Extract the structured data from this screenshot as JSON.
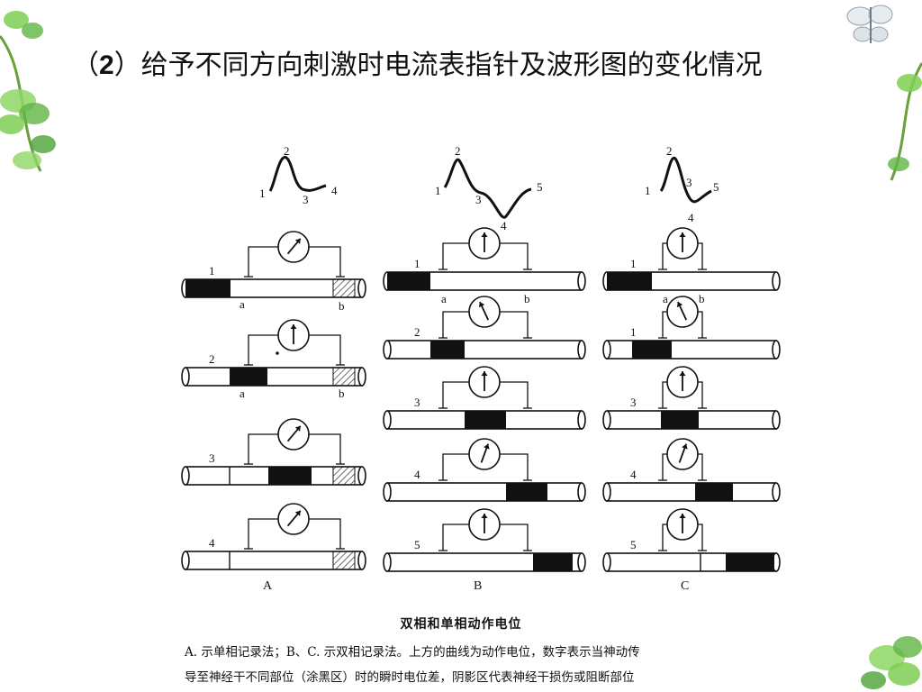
{
  "title": {
    "prefix": "（",
    "number": "2",
    "text": "）给予不同方向刺激时电流表指针及波形图的变化情况"
  },
  "waveforms": {
    "A": [
      "1",
      "2",
      "3",
      "4"
    ],
    "B": [
      "1",
      "2",
      "3",
      "4",
      "5"
    ],
    "C": [
      "1",
      "2",
      "3",
      "4",
      "5"
    ]
  },
  "columns": [
    {
      "label": "A",
      "rows": [
        "1",
        "2",
        "3",
        "4"
      ],
      "electrodes": [
        "a",
        "b"
      ]
    },
    {
      "label": "B",
      "rows": [
        "1",
        "2",
        "3",
        "4",
        "5"
      ],
      "electrodes": [
        "a",
        "b"
      ]
    },
    {
      "label": "C",
      "rows": [
        "1",
        "1",
        "3",
        "4",
        "5"
      ],
      "electrodes": [
        "a",
        "b"
      ]
    }
  ],
  "caption": {
    "title": "双相和单相动作电位",
    "line1": "A. 示单相记录法；B、C. 示双相记录法。上方的曲线为动作电位，数字表示当神动传",
    "line2": "导至神经干不同部位（涂黑区）时的瞬时电位差，阴影区代表神经干损伤或阻断部位"
  },
  "colors": {
    "ink": "#111111",
    "leaf_green": "#6cc04a",
    "leaf_dark": "#3f8f2e"
  }
}
